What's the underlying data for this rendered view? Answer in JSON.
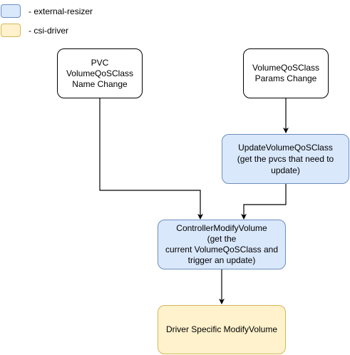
{
  "legend": [
    {
      "label": "- external-resizer",
      "fill": "#dae8fc",
      "stroke": "#6c8ebf"
    },
    {
      "label": "- csi-driver",
      "fill": "#fff2cc",
      "stroke": "#d6b656"
    }
  ],
  "nodes": {
    "pvc_name_change": "PVC\nVolumeQoSClass\nName Change",
    "params_change": "VolumeQoSClass\nParams Change",
    "update_qos_class": "UpdateVolumeQoSClass\n(get the pvcs that need to\nupdate)",
    "controller_modify": "ControllerModifyVolume\n(get the\ncurrent VolumeQoSClass and\ntrigger an update)",
    "driver_modify": "Driver Specific ModifyVolume"
  },
  "colors": {
    "external_resizer_fill": "#dae8fc",
    "external_resizer_stroke": "#6c8ebf",
    "csi_driver_fill": "#fff2cc",
    "csi_driver_stroke": "#d6b656",
    "edge": "#000000"
  }
}
